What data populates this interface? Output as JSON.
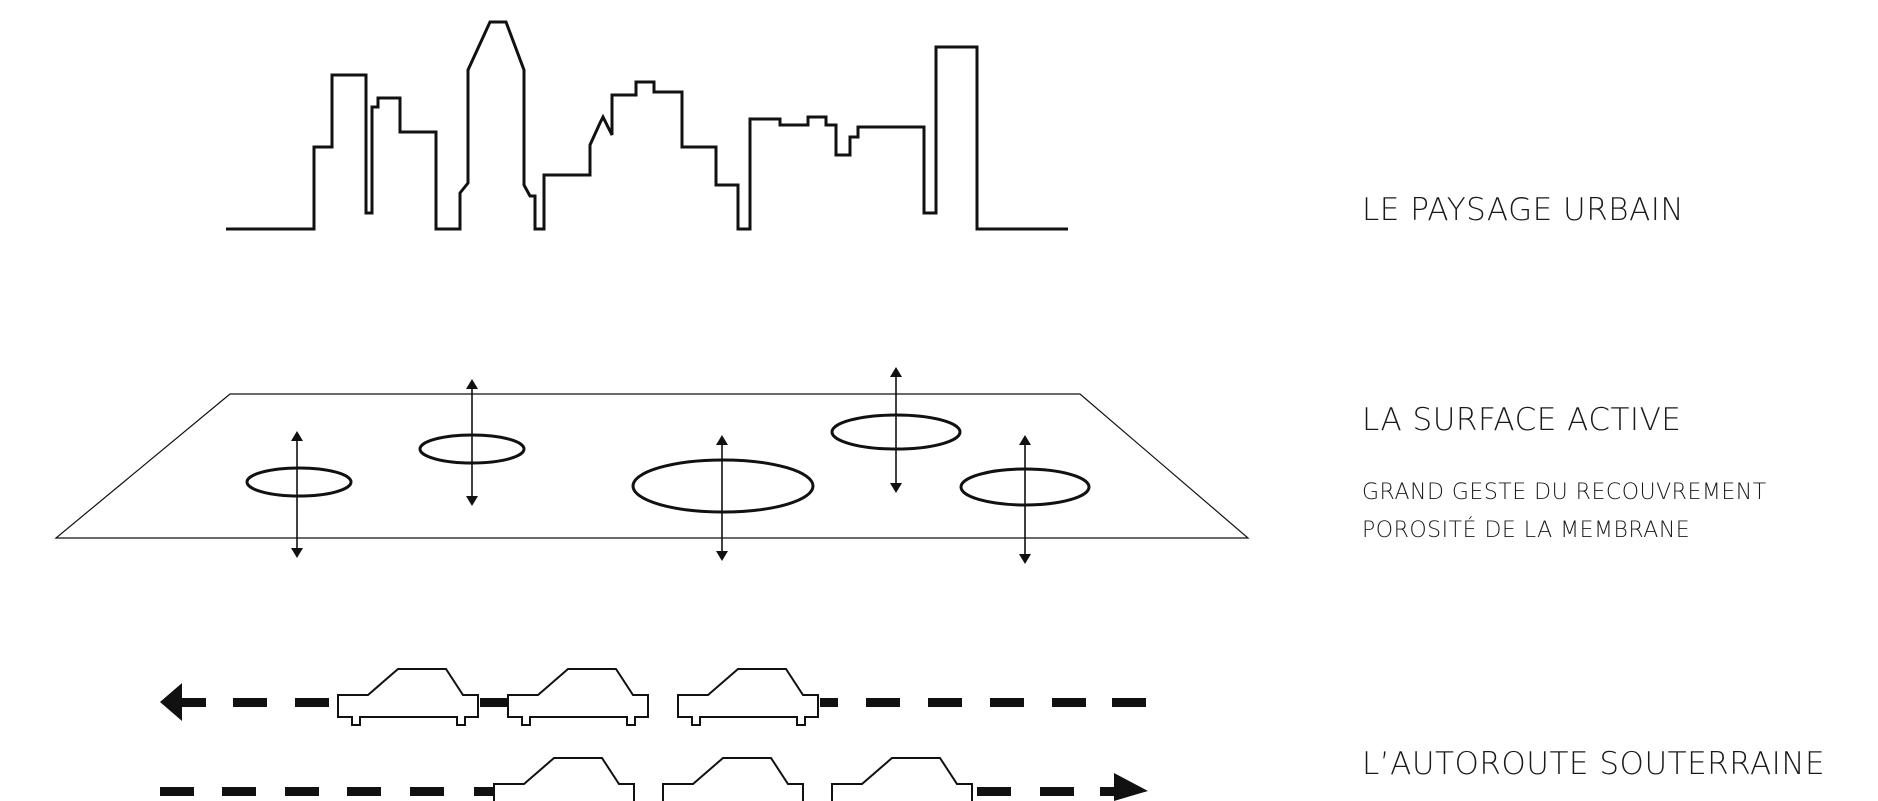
{
  "sections": [
    {
      "title": "LE PAYSAGE URBAIN",
      "lines": []
    },
    {
      "title": "LA SURFACE ACTIVE",
      "lines": [
        "GRAND GESTE DU RECOUVREMENT",
        "POROSITÉ DE LA MEMBRANE"
      ]
    },
    {
      "title": "L’AUTOROUTE SOUTERRAINE",
      "lines": []
    }
  ],
  "colors": {
    "line": "#111111",
    "text": "#1a1a1a",
    "background": "#ffffff"
  },
  "icons": {
    "skyline": "city-skyline-icon",
    "surface": "perforated-membrane-icon",
    "traffic": "cars-on-highway-icon"
  }
}
